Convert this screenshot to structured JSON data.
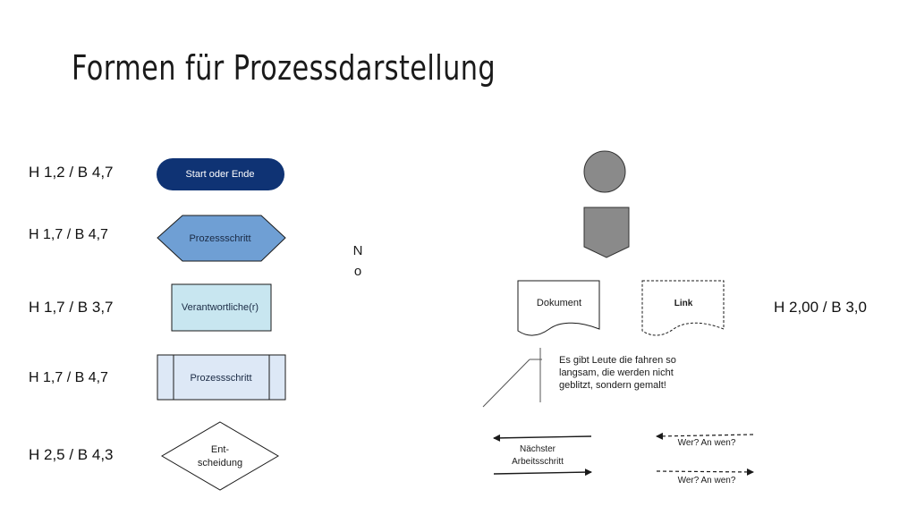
{
  "title": "Formen für Prozessdarstellung",
  "size_labels": {
    "start": "H 1,2 / B 4,7",
    "hexagon": "H 1,7 / B 4,7",
    "responsible": "H 1,7 / B 3,7",
    "subprocess": "H 1,7 / B 4,7",
    "decision": "H 2,5 / B 4,3",
    "document": "H 2,00 / B 3,0"
  },
  "shapes": {
    "start_end": "Start oder Ende",
    "process_step": "Prozessschritt",
    "responsible": "Verantwortliche(r)",
    "subprocess": "Prozessschritt",
    "decision_line1": "Ent-",
    "decision_line2": "scheidung",
    "document": "Dokument",
    "link": "Link"
  },
  "no_label": {
    "line1": "N",
    "line2": "o"
  },
  "annotation": {
    "line1": "Es gibt Leute die fahren so",
    "line2": "langsam, die werden nicht",
    "line3": "geblitzt, sondern gemalt!"
  },
  "arrows": {
    "next_step_line1": "Nächster",
    "next_step_line2": "Arbeitsschritt",
    "who_top": "Wer? An wen?",
    "who_bottom": "Wer? An wen?"
  },
  "colors": {
    "dark_blue": "#0f3374",
    "mid_blue": "#6f9fd4",
    "light_blue": "#c8e6f0",
    "pale_blue": "#dde8f6",
    "gray": "#8a8a8a"
  }
}
